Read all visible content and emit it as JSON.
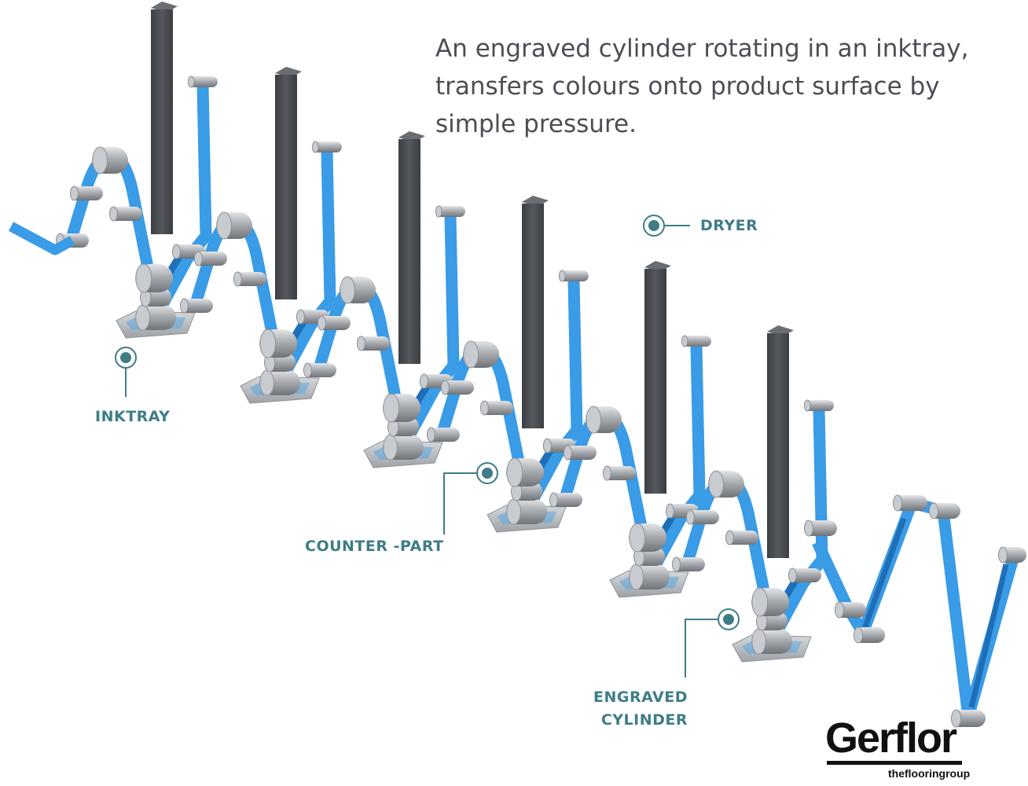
{
  "caption": {
    "lines": [
      "An engraved cylinder rotating in an inktray,",
      "transfers colours onto product surface by",
      "simple pressure."
    ]
  },
  "labels": {
    "dryer": "DRYER",
    "inktray": "INKTRAY",
    "counter_part": "COUNTER -PART",
    "engraved_cylinder": [
      "ENGRAVED",
      "CYLINDER"
    ]
  },
  "logo": {
    "name": "Gerflor",
    "tagline": "theflooringroup"
  },
  "colors": {
    "web": "#3a9be6",
    "web_dark": "#1e6fb8",
    "dryer": "#4a4d52",
    "roller": "#a9acb0",
    "accent": "#3f7d86"
  },
  "icons": [
    "callout-marker-icon"
  ]
}
